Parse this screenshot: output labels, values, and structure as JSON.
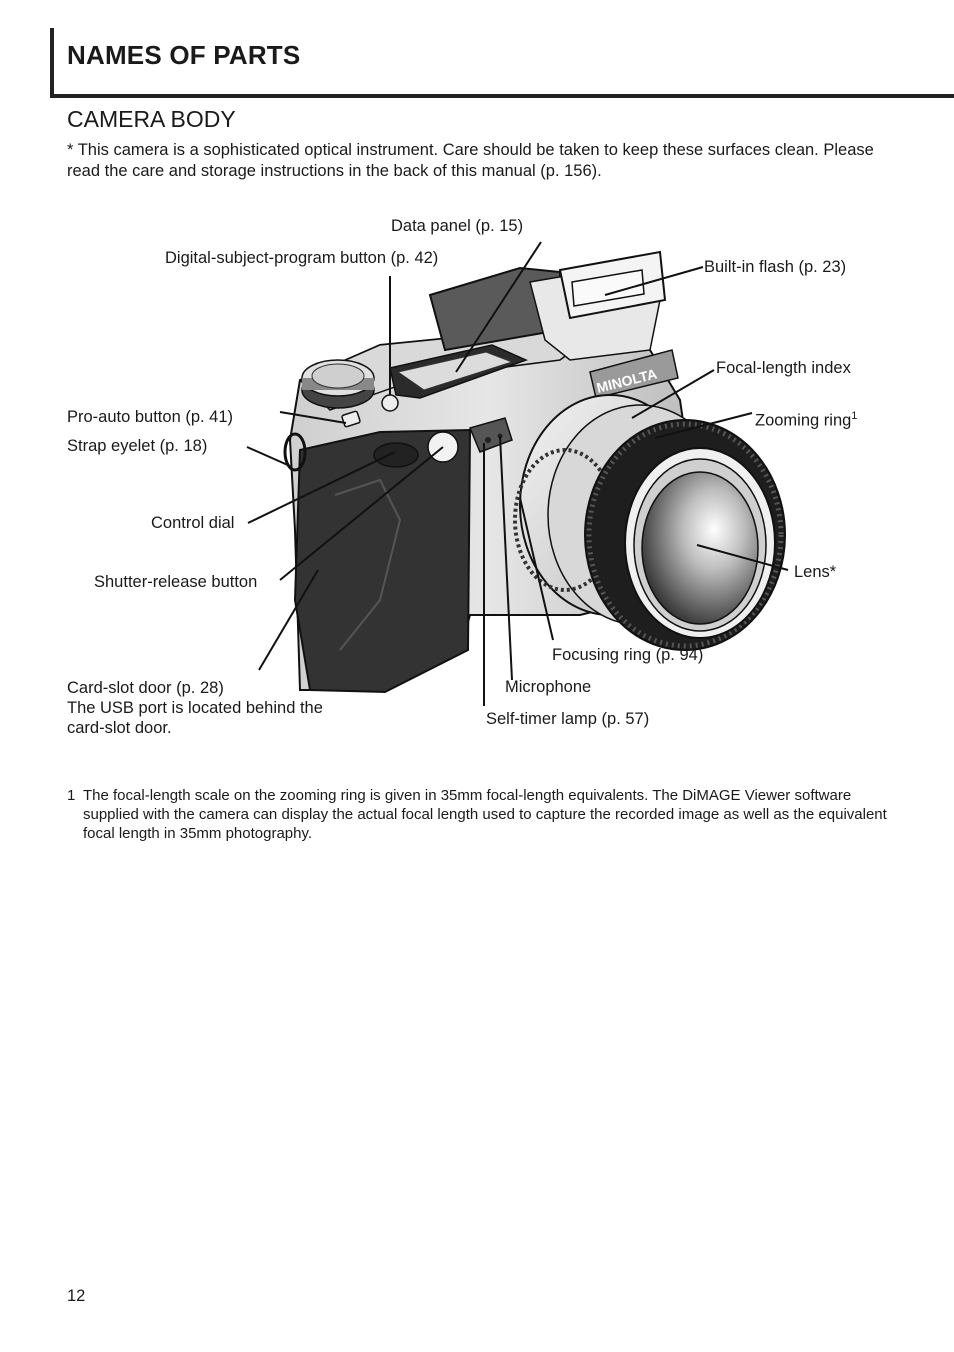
{
  "page": {
    "title": "NAMES OF PARTS",
    "section_title": "CAMERA BODY",
    "intro": "* This camera is a sophisticated optical instrument. Care should be taken to keep these surfaces clean. Please read the care and storage instructions in the back of this manual (p. 156).",
    "page_number": "12"
  },
  "camera": {
    "brand_logo": "MINOLTA"
  },
  "labels": {
    "data_panel": "Data panel (p. 15)",
    "digital_subject_program": "Digital-subject-program button (p. 42)",
    "built_in_flash": "Built-in flash (p. 23)",
    "focal_length_index": "Focal-length index",
    "zooming_ring": "Zooming ring",
    "zooming_ring_note": "1",
    "pro_auto": "Pro-auto button (p. 41)",
    "strap_eyelet": "Strap eyelet (p. 18)",
    "control_dial": "Control dial",
    "shutter_release": "Shutter-release button",
    "lens": "Lens*",
    "focusing_ring": "Focusing ring (p. 94)",
    "microphone": "Microphone",
    "self_timer": "Self-timer lamp (p. 57)",
    "card_slot": "Card-slot door (p. 28)\nThe USB port is located behind the\ncard-slot door."
  },
  "footnote": {
    "number": "1",
    "text": "The focal-length scale on the zooming ring is given in 35mm focal-length equivalents. The DiMAGE Viewer software supplied with the camera can display the actual focal length used to capture the recorded image as well as the equivalent focal length in 35mm photography."
  }
}
